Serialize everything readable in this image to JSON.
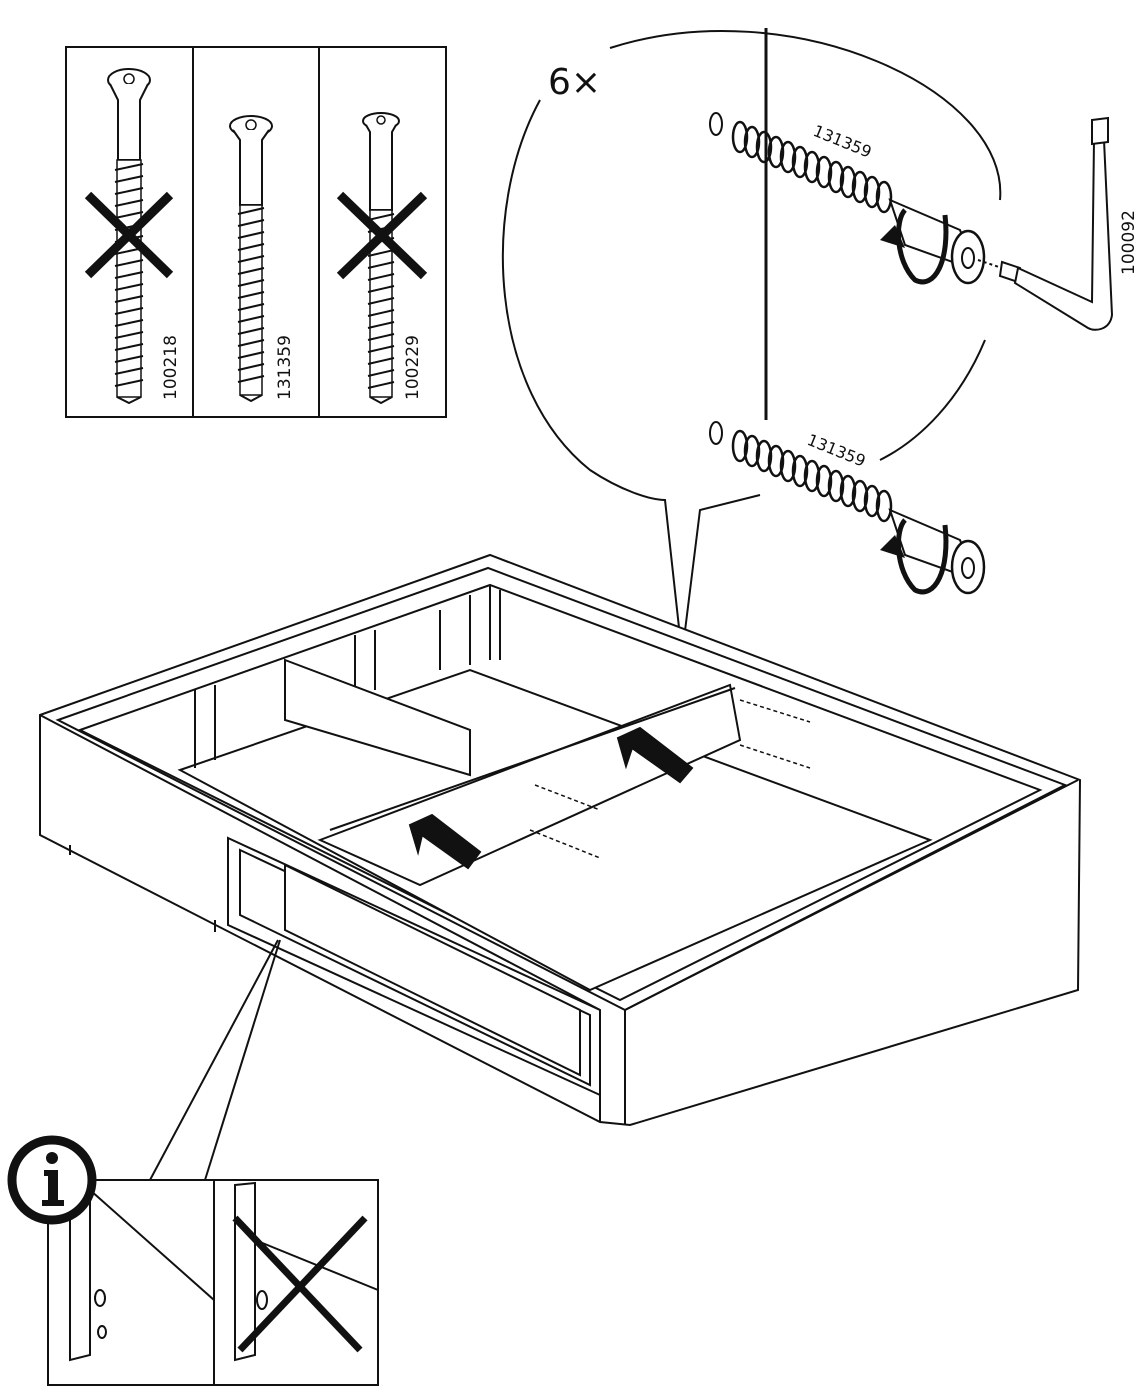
{
  "screws_panel": {
    "screws": [
      {
        "code": "100218",
        "status": "incorrect"
      },
      {
        "code": "131359",
        "status": "correct"
      },
      {
        "code": "100229",
        "status": "incorrect"
      }
    ]
  },
  "detail": {
    "quantity": "6×",
    "screw_code_top": "131359",
    "screw_code_bottom": "131359",
    "hex_key_code": "100092"
  },
  "info_panel": {
    "icon": "info-icon",
    "correct_label": "",
    "incorrect_marker": "cross-mark"
  },
  "colors": {
    "line": "#111111",
    "background": "#ffffff"
  }
}
